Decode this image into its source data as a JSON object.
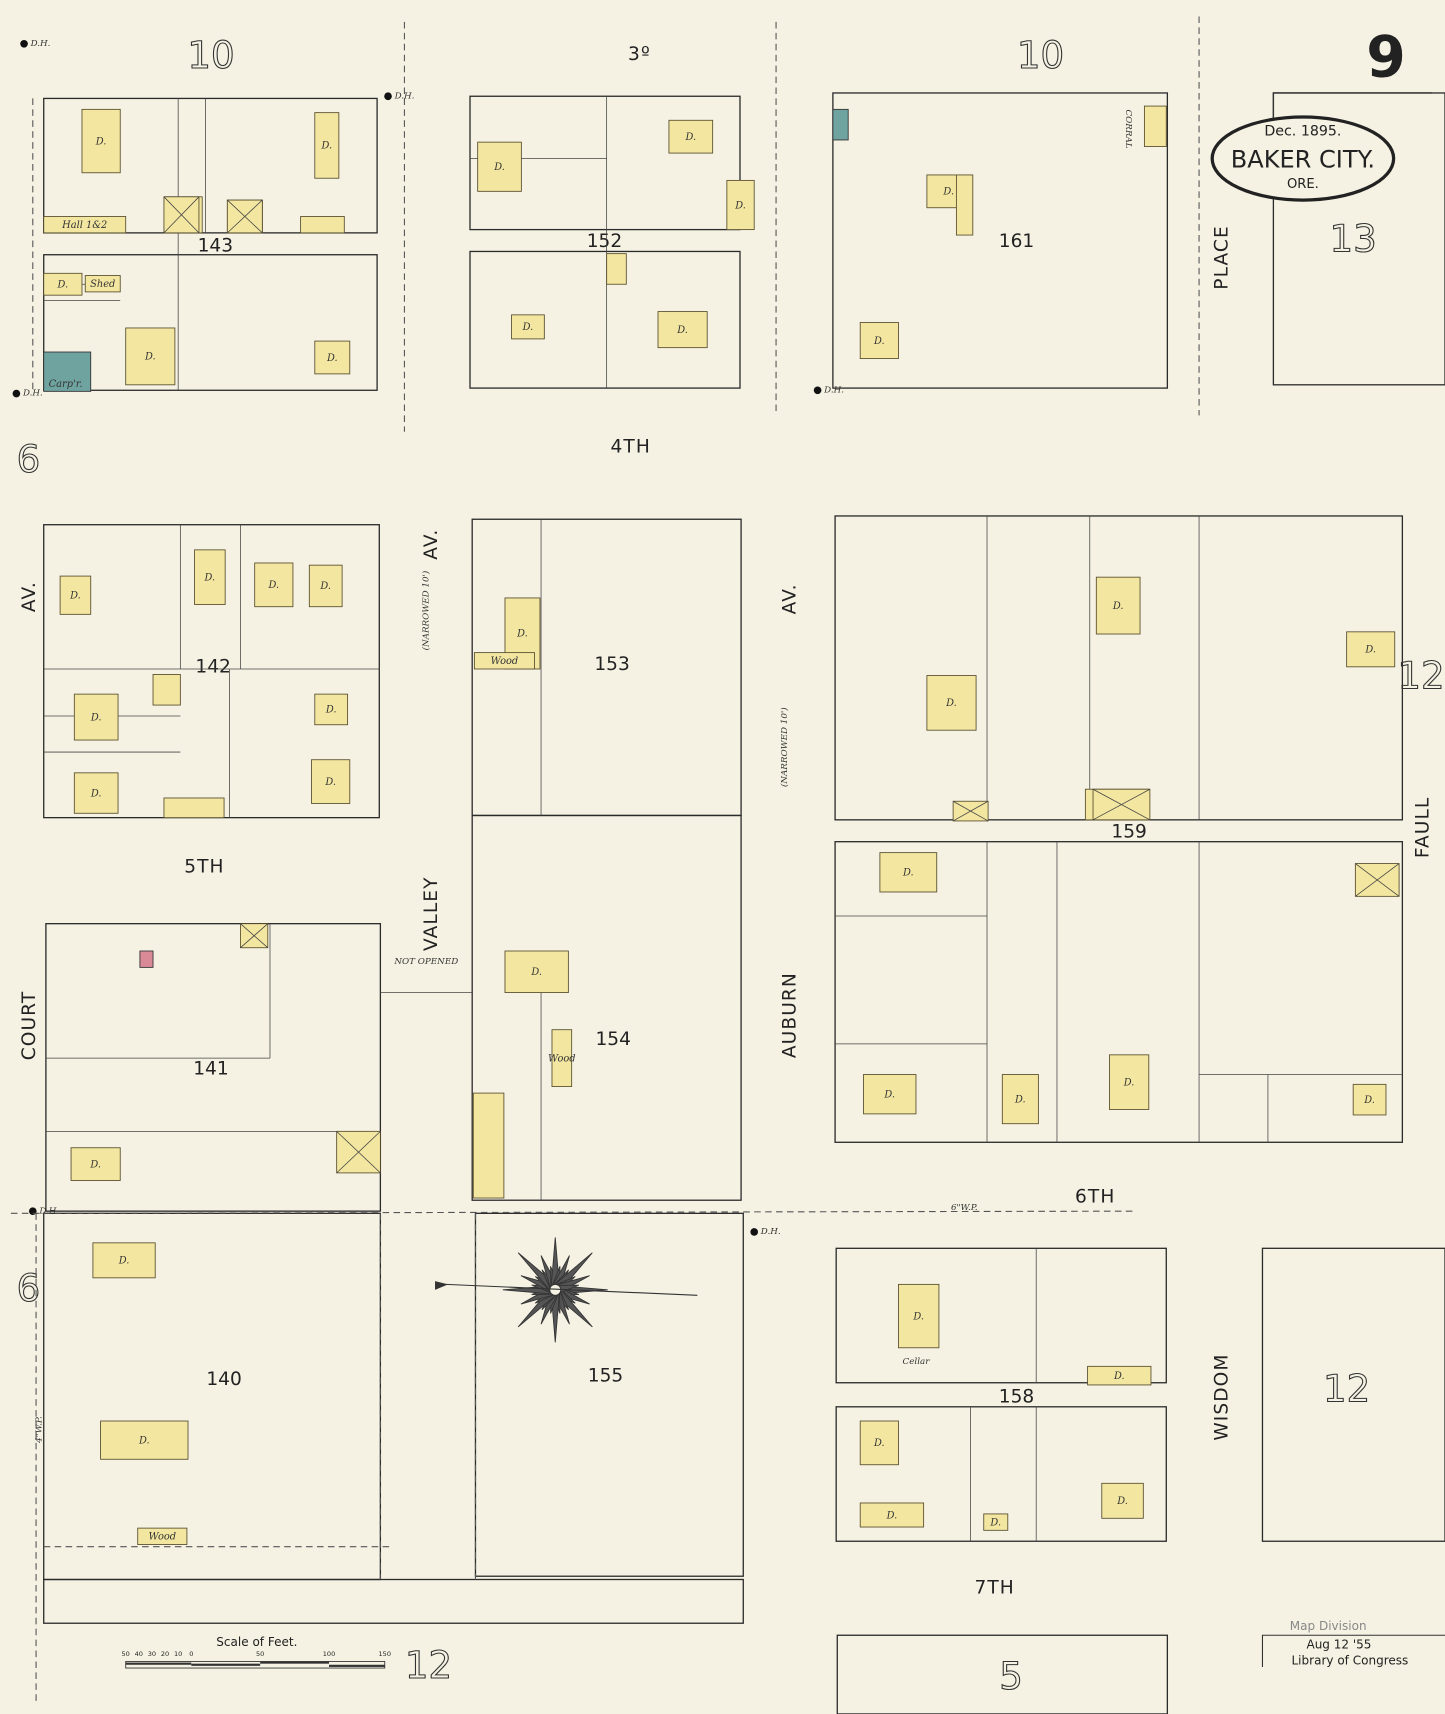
{
  "title": {
    "sheet_number": "9",
    "date": "Dec. 1895.",
    "city": "BAKER CITY.",
    "state": "ORE."
  },
  "streets": {
    "third": "3º",
    "fourth": "4TH",
    "fifth": "5TH",
    "sixth": "6TH",
    "seventh": "7TH",
    "court": "COURT",
    "court_av": "AV.",
    "valley": "VALLEY",
    "valley_av": "AV.",
    "valley_note": "(NARROWED 10')",
    "auburn": "AUBURN",
    "auburn_av": "AV.",
    "auburn_note": "(NARROWED 10')",
    "place": "PLACE",
    "wisdom": "WISDOM",
    "faull": "FAULL",
    "not_opened": "NOT OPENED",
    "water_main": "6\"W.P.",
    "water_main_4": "4\"W.P."
  },
  "blocks": [
    "143",
    "152",
    "161",
    "142",
    "153",
    "154",
    "159",
    "141",
    "140",
    "155",
    "158"
  ],
  "adjacent_sheets": {
    "top_left": "10",
    "top_mid": "10",
    "right_top": "13",
    "left_upper": "6",
    "left_lower": "6",
    "right_mid": "12",
    "right_lower": "12",
    "bottom_mid": "12",
    "bottom_right": "5"
  },
  "building_labels": {
    "dwelling": "D.",
    "wood": "Wood",
    "shed": "Shed",
    "hall": "Hall 1&2",
    "carpenter": "Carp'r.",
    "corral": "CORRAL",
    "cellar": "Cellar",
    "fire_hydrant": "D.H."
  },
  "scale": {
    "label": "Scale of Feet.",
    "ticks": [
      "50",
      "40",
      "30",
      "20",
      "10",
      "0",
      "50",
      "100",
      "150"
    ]
  },
  "stamp": {
    "line1": "Map Division",
    "line2": "Aug 12 '55",
    "line3": "Library of Congress"
  },
  "colors": {
    "paper": "#f5f2e3",
    "frame_building": "#f3e6a0",
    "stone_building": "#6fa3a0",
    "brick_building": "#d98a96"
  }
}
